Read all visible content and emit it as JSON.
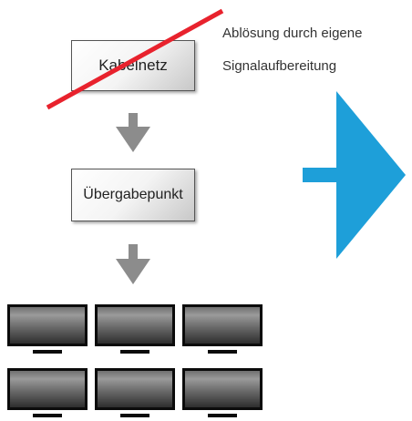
{
  "boxes": {
    "cable_network": "Kabelnetz",
    "handover_point": "Übergabepunkt"
  },
  "note": {
    "line1": "Ablösung durch eigene",
    "line2": "Signalaufbereitung"
  },
  "colors": {
    "strike": "#e8222d",
    "flow_arrow": "#8c8c8c",
    "big_arrow": "#1e9fd9"
  },
  "icons": {
    "flow_arrow": "arrow-down-icon",
    "big_arrow": "arrow-right-icon",
    "screens": "monitor-icon"
  },
  "monitor_grid": {
    "rows": 2,
    "columns": 3
  }
}
